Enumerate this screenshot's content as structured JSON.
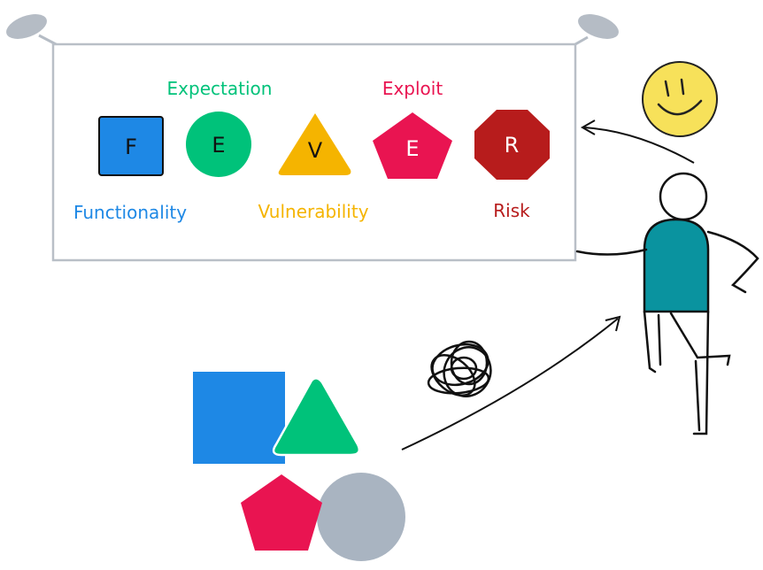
{
  "banner": {
    "letters": [
      "F",
      "E",
      "V",
      "E",
      "R"
    ],
    "top_labels": [
      "Expectation",
      "Exploit"
    ],
    "bottom_labels": [
      "Functionality",
      "Vulnerability",
      "Risk"
    ]
  },
  "colors": {
    "functionality": "#1e88e5",
    "expectation": "#00c27a",
    "vulnerability": "#f5b400",
    "exploit": "#e91451",
    "risk": "#b71c1c",
    "teal_shirt": "#0a939f",
    "smiley": "#f7e15a",
    "gray_circle": "#a9b4c1",
    "banner_border": "#b9bfc7"
  },
  "icons": {
    "face": "smiley-face-icon",
    "person": "stick-figure-icon",
    "scribble": "tangled-scribble-icon"
  }
}
